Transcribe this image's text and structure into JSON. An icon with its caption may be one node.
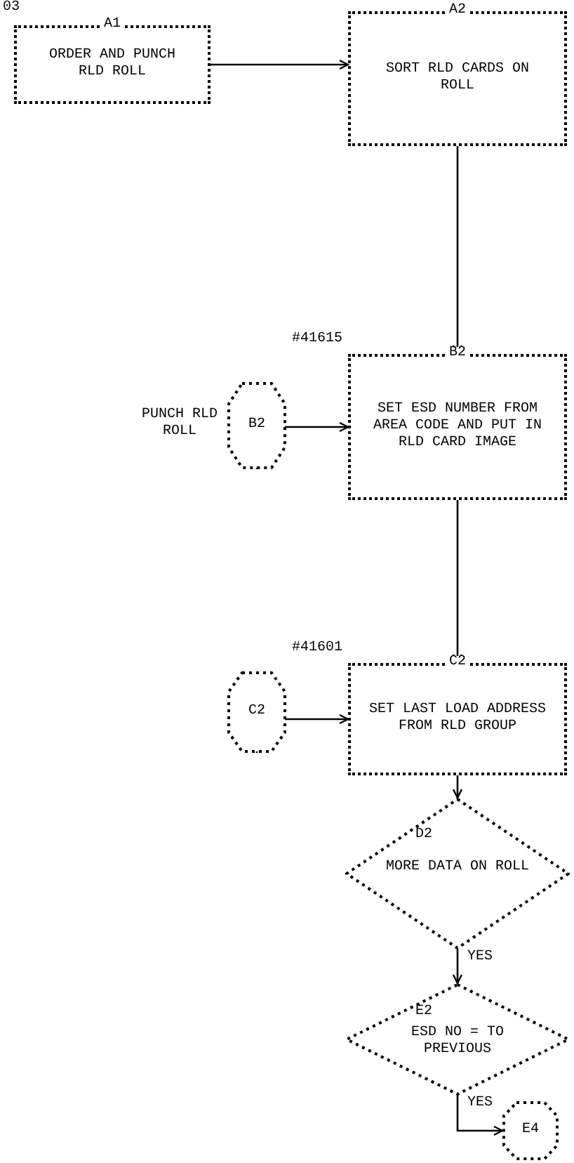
{
  "diagram": {
    "nodes": [
      {
        "text": [
          "A1",
          "ORDER AND PUNCH RLD ROLL"
        ]
      },
      {
        "text": [
          "A2",
          "SORT RLD CARDS ON ROLL"
        ]
      },
      {
        "text": [
          "B2"
        ],
        "beside": [
          "PUNCH RLD ROLL"
        ]
      },
      {
        "text": [
          "B2",
          "SET ESD NUMBER FROM AREA CODE AND PUT IN RLD CARD IMAGE"
        ],
        "beside": [
          "#41615"
        ]
      },
      {
        "text": [
          "C2"
        ]
      },
      {
        "text": [
          "C2",
          "SET LAST LOAD ADDRESS FROM RLD GROUP"
        ],
        "beside": [
          "#41601"
        ]
      },
      {
        "text": [
          "D2",
          "MORE DATA ON ROLL"
        ]
      },
      {
        "text": [
          "E2",
          "ESD NO = TO PREVIOUS"
        ]
      },
      {
        "text": [
          "E4"
        ]
      }
    ],
    "edges": [
      {
        "from": 0,
        "to": 1,
        "arrow": "to"
      },
      {
        "from": 1,
        "to": 3,
        "arrow": "to"
      },
      {
        "from": 2,
        "to": 3,
        "arrow": "to"
      },
      {
        "from": 3,
        "to": 5,
        "arrow": "to"
      },
      {
        "from": 4,
        "to": 5,
        "arrow": "to"
      },
      {
        "from": 5,
        "to": 6,
        "arrow": "to"
      },
      {
        "from": 6,
        "to": 7,
        "arrow": "to",
        "label": "YES"
      },
      {
        "from": 7,
        "to": 8,
        "arrow": "to",
        "label": "YES"
      }
    ],
    "labels": [
      "03"
    ]
  }
}
